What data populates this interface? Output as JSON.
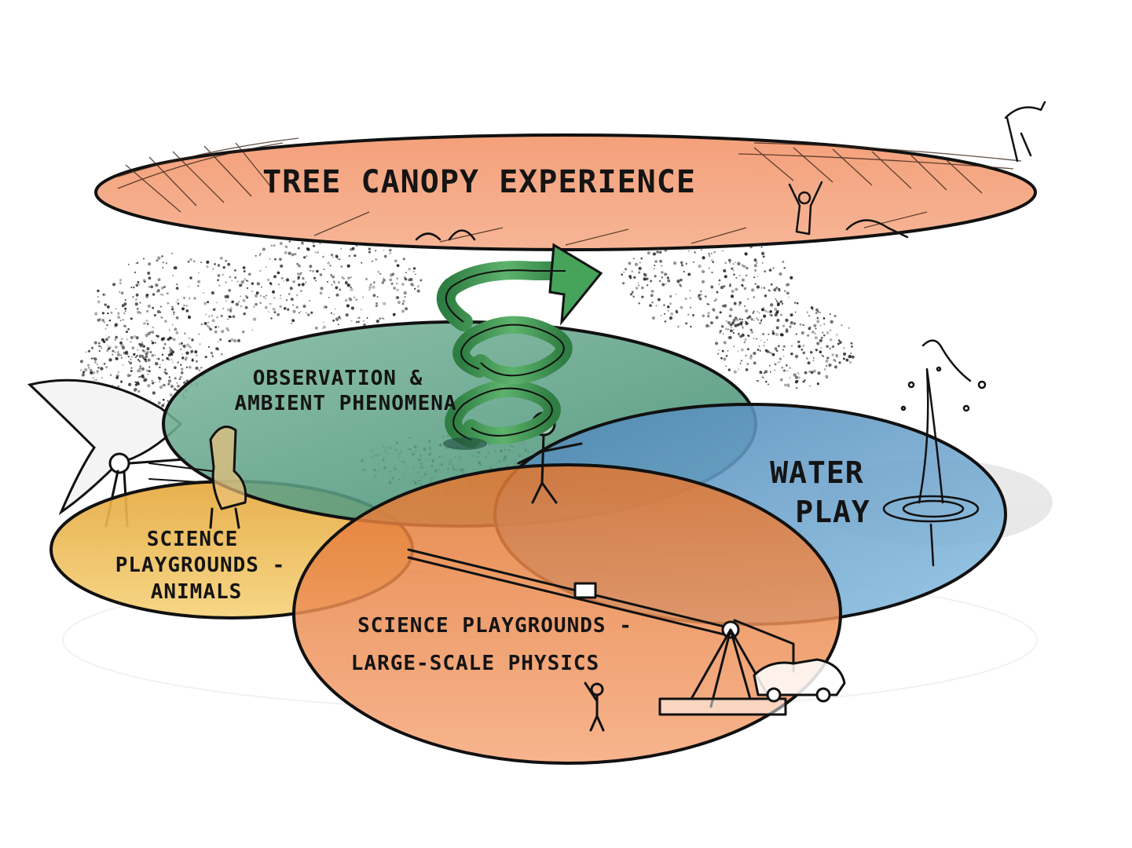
{
  "diagram": {
    "zones": {
      "canopy": {
        "label": "TREE CANOPY EXPERIENCE",
        "color": "#F4A07A"
      },
      "observation": {
        "line1": "OBSERVATION &",
        "line2": "AMBIENT PHENOMENA",
        "color": "#5E9E86"
      },
      "water": {
        "line1": "WATER",
        "line2": "PLAY",
        "color": "#5E92BF"
      },
      "animals": {
        "line1": "SCIENCE",
        "line2": "PLAYGROUNDS -",
        "line3": "ANIMALS",
        "color": "#E9B24C"
      },
      "physics": {
        "line1": "SCIENCE PLAYGROUNDS -",
        "line2": "LARGE-SCALE PHYSICS",
        "color": "#F08A4B"
      }
    },
    "connector": {
      "color": "#3E9A55",
      "icon": "spiral-arrow-icon"
    },
    "sketch_icons": [
      "canopy-people-icon",
      "dandelion-sculpture-icon",
      "water-splash-icon",
      "seesaw-crane-icon",
      "car-icon",
      "child-figure-icon"
    ]
  }
}
